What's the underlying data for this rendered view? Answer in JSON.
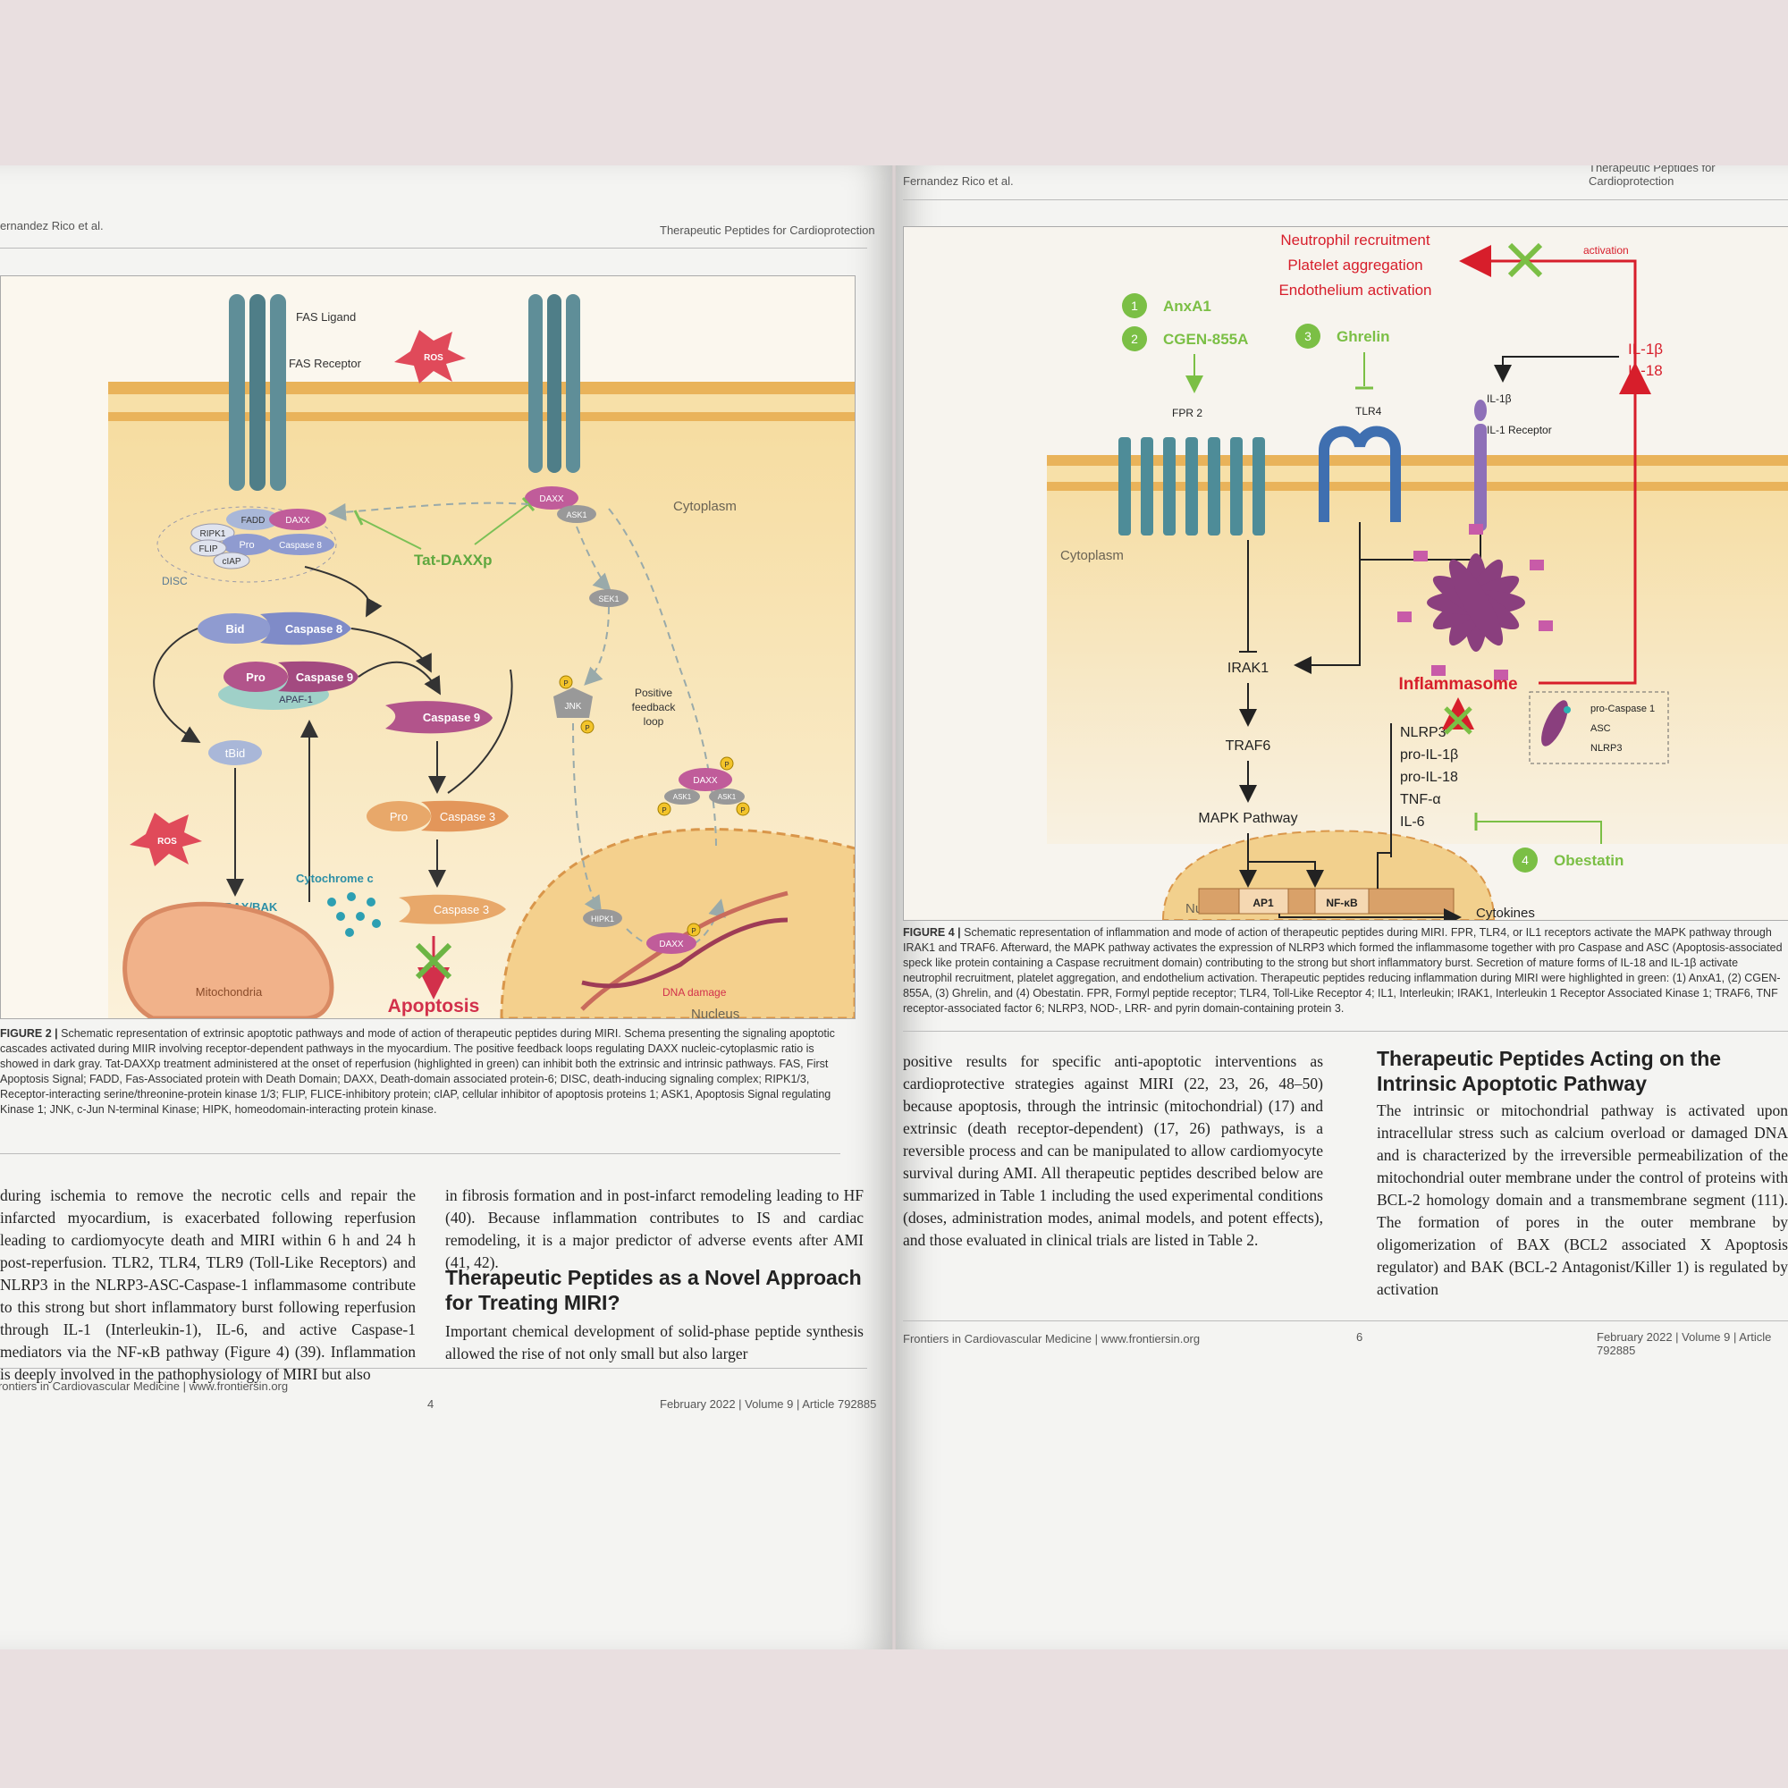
{
  "left_page": {
    "header_author": "Fernandez Rico et al.",
    "header_title": "Therapeutic Peptides for Cardioprotection",
    "figure": {
      "labels": {
        "fas_ligand": "FAS Ligand",
        "fas_receptor": "FAS Receptor",
        "ros": "ROS",
        "cytoplasm": "Cytoplasm",
        "fadd": "FADD",
        "daxx": "DAXX",
        "ripk1": "RIPK1",
        "pro": "Pro",
        "caspase8": "Caspase 8",
        "flip": "FLIP",
        "ciap": "cIAP",
        "disc": "DISC",
        "ask1": "ASK1",
        "tat_daxxp": "Tat-DAXXp",
        "bid": "Bid",
        "sek1": "SEK1",
        "caspase9": "Caspase 9",
        "apaf1": "APAF-1",
        "jnk": "JNK",
        "p": "P",
        "positive_feedback": [
          "Positive",
          "feedback",
          "loop"
        ],
        "tbid": "tBid",
        "caspase3": "Caspase 3",
        "cytochrome_c": "Cytochrome c",
        "bax_bak": "BAX/BAK",
        "hipk1": "HIPK1",
        "mitochondria": "Mitochondria",
        "dna_damage": "DNA damage",
        "apoptosis": "Apoptosis",
        "nucleus": "Nucleus"
      }
    },
    "caption": {
      "label": "FIGURE 2 |",
      "text": "Schematic representation of extrinsic apoptotic pathways and mode of action of therapeutic peptides during MIRI. Schema presenting the signaling apoptotic cascades activated during MIIR involving receptor-dependent pathways in the myocardium. The positive feedback loops regulating DAXX nucleic-cytoplasmic ratio is showed in dark gray. Tat-DAXXp treatment administered at the onset of reperfusion (highlighted in green) can inhibit both the extrinsic and intrinsic pathways. FAS, First Apoptosis Signal; FADD, Fas-Associated protein with Death Domain; DAXX, Death-domain associated protein-6; DISC, death-inducing signaling complex; RIPK1/3, Receptor-interacting serine/threonine-protein kinase 1/3; FLIP, FLICE-inhibitory protein; cIAP, cellular inhibitor of apoptosis proteins 1; ASK1, Apoptosis Signal regulating Kinase 1; JNK, c-Jun N-terminal Kinase; HIPK, homeodomain-interacting protein kinase."
    },
    "col1": "during ischemia to remove the necrotic cells and repair the infarcted myocardium, is exacerbated following reperfusion leading to cardiomyocyte death and MIRI within 6 h and 24 h post-reperfusion. TLR2, TLR4, TLR9 (Toll-Like Receptors) and NLRP3 in the NLRP3-ASC-Caspase-1 inflammasome contribute to this strong but short inflammatory burst following reperfusion through IL-1 (Interleukin-1), IL-6, and active Caspase-1 mediators via the NF-κB pathway (Figure 4) (39). Inflammation is deeply involved in the pathophysiology of MIRI but also",
    "col2_top": "in fibrosis formation and in post-infarct remodeling leading to HF (40). Because inflammation contributes to IS and cardiac remodeling, it is a major predictor of adverse events after AMI (41, 42).",
    "section_heading": "Therapeutic Peptides as a Novel Approach for Treating MIRI?",
    "col2_bottom": "Important chemical development of solid-phase peptide synthesis allowed the rise of not only small but also larger",
    "footer_journal": "Frontiers in Cardiovascular Medicine | www.frontiersin.org",
    "footer_page": "4",
    "footer_date": "February 2022 | Volume 9 | Article 792885"
  },
  "right_page": {
    "header_author": "Fernandez Rico et al.",
    "header_title": "Therapeutic Peptides for Cardioprotection",
    "figure": {
      "labels": {
        "neutrophil": "Neutrophil recruitment",
        "platelet": "Platelet aggregation",
        "endothelium": "Endothelium activation",
        "activation": "activation",
        "n1": "1",
        "anxa1": "AnxA1",
        "n2": "2",
        "cgen": "CGEN-855A",
        "n3": "3",
        "ghrelin": "Ghrelin",
        "il1b": "IL-1β",
        "il18": "IL-18",
        "fpr2": "FPR 2",
        "tlr4": "TLR4",
        "il1b_small": "IL-1β",
        "il1_receptor": "IL-1 Receptor",
        "cytoplasm": "Cytoplasm",
        "irak1": "IRAK1",
        "traf6": "TRAF6",
        "mapk": "MAPK Pathway",
        "inflammasome": "Inflammasome",
        "pro_caspase1": "pro-Caspase 1",
        "asc": "ASC",
        "nlrp3_small": "NLRP3",
        "products": [
          "NLRP3",
          "pro-IL-1β",
          "pro-IL-18",
          "TNF-α",
          "IL-6"
        ],
        "n4": "4",
        "obestatin": "Obestatin",
        "ap1": "AP1",
        "nfkb": "NF-κB",
        "cytokines": "Cytokines",
        "nucleus": "Nucleus"
      }
    },
    "caption": {
      "label": "FIGURE 4 |",
      "text": "Schematic representation of inflammation and mode of action of therapeutic peptides during MIRI. FPR, TLR4, or IL1 receptors activate the MAPK pathway through IRAK1 and TRAF6. Afterward, the MAPK pathway activates the expression of NLRP3 which formed the inflammasome together with pro Caspase and ASC (Apoptosis-associated speck like protein containing a Caspase recruitment domain) contributing to the strong but short inflammatory burst. Secretion of mature forms of IL-18 and IL-1β activate neutrophil recruitment, platelet aggregation, and endothelium activation. Therapeutic peptides reducing inflammation during MIRI were highlighted in green: (1) AnxA1, (2) CGEN-855A, (3) Ghrelin, and (4) Obestatin. FPR, Formyl peptide receptor; TLR4, Toll-Like Receptor 4; IL1, Interleukin; IRAK1, Interleukin 1 Receptor Associated Kinase 1; TRAF6, TNF receptor-associated factor 6; NLRP3, NOD-, LRR- and pyrin domain-containing protein 3."
    },
    "col1": "positive results for specific anti-apoptotic interventions as cardioprotective strategies against MIRI (22, 23, 26, 48–50) because apoptosis, through the intrinsic (mitochondrial) (17) and extrinsic (death receptor-dependent) (17, 26) pathways, is a reversible process and can be manipulated to allow cardiomyocyte survival during AMI. All therapeutic peptides described below are summarized in Table 1 including the used experimental conditions (doses, administration modes, animal models, and potent effects), and those evaluated in clinical trials are listed in Table 2.",
    "section_heading": "Therapeutic Peptides Acting on the Intrinsic Apoptotic Pathway",
    "col2": "The intrinsic or mitochondrial pathway is activated upon intracellular stress such as calcium overload or damaged DNA and is characterized by the irreversible permeabilization of the mitochondrial outer membrane under the control of proteins with BCL-2 homology domain and a transmembrane segment (111). The formation of pores in the outer membrane by oligomerization of BAX (BCL2 associated X Apoptosis regulator) and BAK (BCL-2 Antagonist/Killer 1) is regulated by activation",
    "footer_journal": "Frontiers in Cardiovascular Medicine | www.frontiersin.org",
    "footer_page": "6",
    "footer_date": "February 2022 | Volume 9 | Article 792885"
  }
}
